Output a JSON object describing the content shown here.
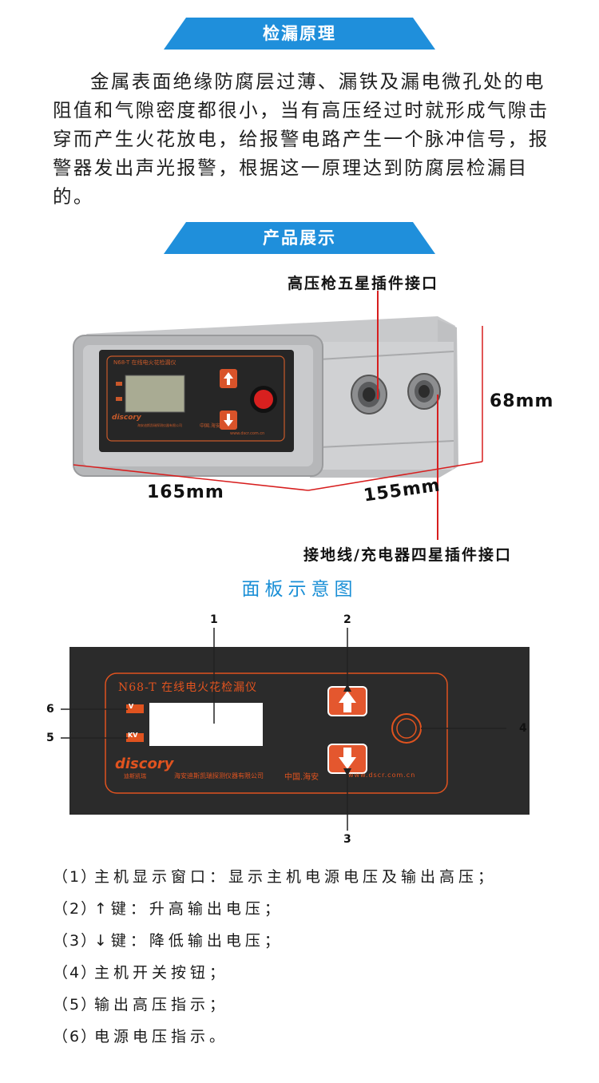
{
  "sections": {
    "principle_title": "检漏原理",
    "product_title": "产品展示"
  },
  "principle": {
    "text": "金属表面绝缘防腐层过薄、漏铁及漏电微孔处的电阻值和气隙密度都很小，当有高压经过时就形成气隙击穿而产生火花放电，给报警电路产生一个脉冲信号，报警器发出声光报警，根据这一原理达到防腐层检漏目的。"
  },
  "product": {
    "top_connector_label": "高压枪五星插件接口",
    "bottom_connector_label": "接地线/充电器四星插件接口",
    "width_label": "165mm",
    "depth_label": "155mm",
    "height_label": "68mm",
    "device_title": "N68-T 在线电火花检漏仪",
    "brand": "discory",
    "company": "海安迪斯凯瑞探测仪器有限公司",
    "place": "中国.海安",
    "website": "www.dscr.com.cn"
  },
  "panel": {
    "title": "面板示意图",
    "device_title": "N68-T  在线电火花检漏仪",
    "indicator_v": "V",
    "indicator_kv": "KV",
    "brand": "discory",
    "brand_cn": "迪斯凯瑞",
    "company": "海安迪斯凯瑞探测仪器有限公司",
    "place": "中国.海安",
    "website": "www.dscr.com.cn",
    "callouts": [
      "1",
      "2",
      "3",
      "4",
      "5",
      "6"
    ],
    "colors": {
      "panel_bg": "#2a2a2a",
      "accent": "#e0531f",
      "button": "#e4572e"
    }
  },
  "legend": [
    {
      "num": "（1）",
      "text": "主机显示窗口：显示主机电源电压及输出高压；"
    },
    {
      "num": "（2）",
      "text": "↑键：升高输出电压；"
    },
    {
      "num": "（3）",
      "text": "↓键：降低输出电压；"
    },
    {
      "num": "（4）",
      "text": "主机开关按钮；"
    },
    {
      "num": "（5）",
      "text": "输出高压指示；"
    },
    {
      "num": "（6）",
      "text": "电源电压指示。"
    }
  ]
}
